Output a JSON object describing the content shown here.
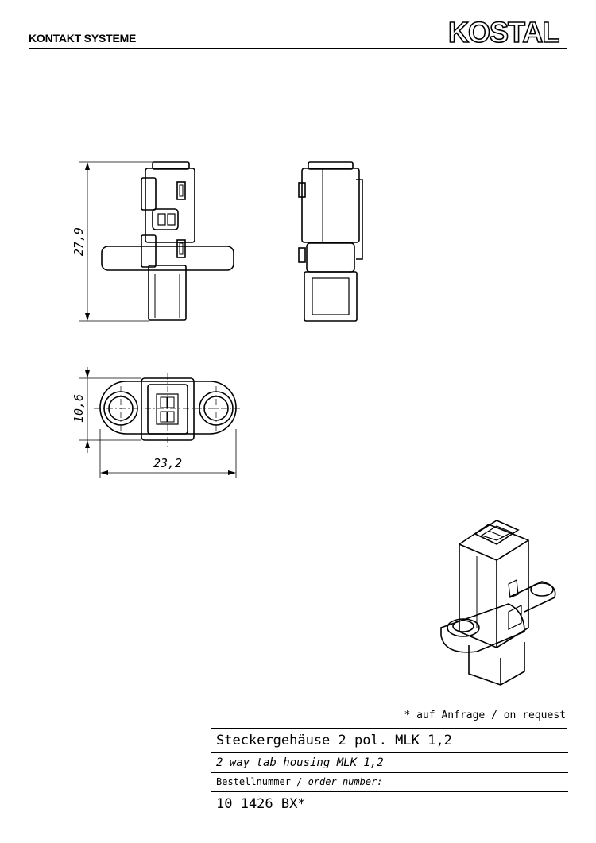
{
  "header": {
    "left_title": "KONTAKT SYSTEME",
    "logo_text": "KOSTAL"
  },
  "dimensions": {
    "height": "27,9",
    "depth": "10,6",
    "width": "23,2"
  },
  "note": "* auf Anfrage / on request",
  "title_block": {
    "title_de": "Steckergehäuse 2 pol. MLK 1,2",
    "title_en": "2 way tab housing MLK 1,2",
    "order_label_de": "Bestellnummer / ",
    "order_label_en": "order number:",
    "order_number": "10 1426 BX*"
  }
}
